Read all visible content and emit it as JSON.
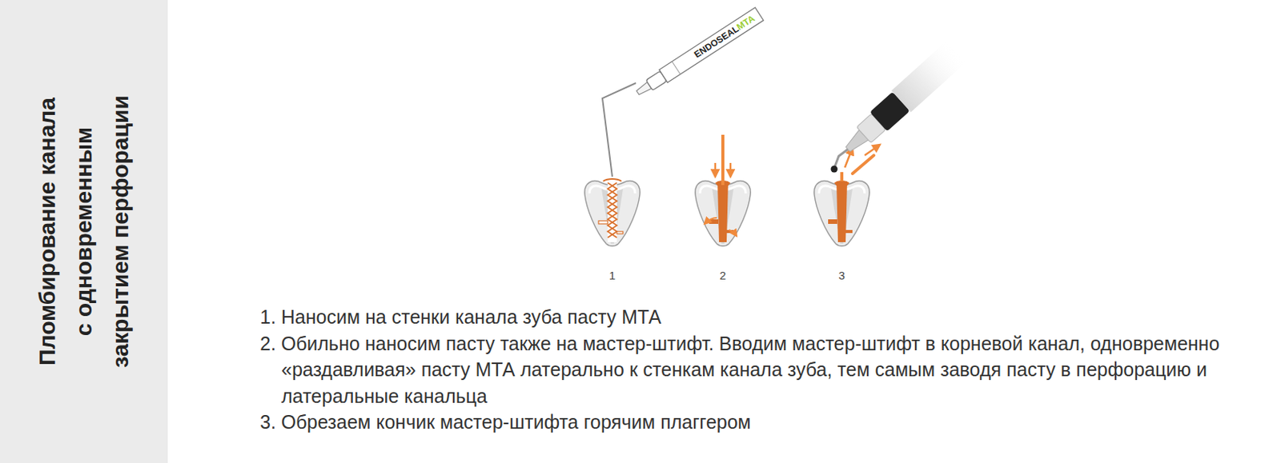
{
  "diagram": {
    "title": "Пломбирование канала с одновременным закрытием перфорации",
    "labels": [
      "ENDOSEAL",
      "MTA",
      "1",
      "2",
      "3",
      "1. Наносим на стенки канала зуба пасту МТА",
      "2. Обильно наносим пасту также на мастер-штифт. Вводим мастер-штифт в корневой канал, одновременно «раздавливая» пасту МТА латерально к стенкам канала зуба, тем самым заводя пасту в перфорацию и латеральные канальца",
      "3. Обрезаем кончик мастер-штифта горячим плаггером"
    ]
  }
}
